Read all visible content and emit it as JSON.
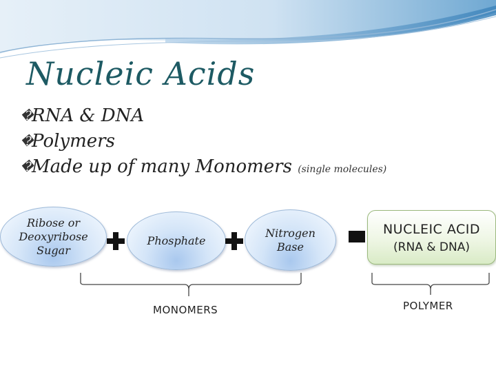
{
  "slide": {
    "title": "Nucleic Acids",
    "bullets": [
      {
        "text": "RNA & DNA",
        "note": ""
      },
      {
        "text": "Polymers",
        "note": ""
      },
      {
        "text": "Made up of many Monomers",
        "note": "(single molecules)"
      }
    ],
    "bullet_glyph": "�"
  },
  "diagram": {
    "components": [
      "Ribose or\nDeoxyribose\nSugar",
      "Phosphate",
      "Nitrogen\nBase"
    ],
    "operators": [
      "plus",
      "plus",
      "minus"
    ],
    "result": {
      "line1": "NUCLEIC ACID",
      "line2": "(RNA & DNA)"
    },
    "groups": {
      "monomers": "MONOMERS",
      "polymer": "POLYMER"
    }
  },
  "colors": {
    "title": "#1d5a63",
    "banner_light": "#cfe2f2",
    "banner_dark": "#4a8fc0",
    "oval_fill": "#a9c8ee",
    "result_fill": "#d9ebc6"
  }
}
